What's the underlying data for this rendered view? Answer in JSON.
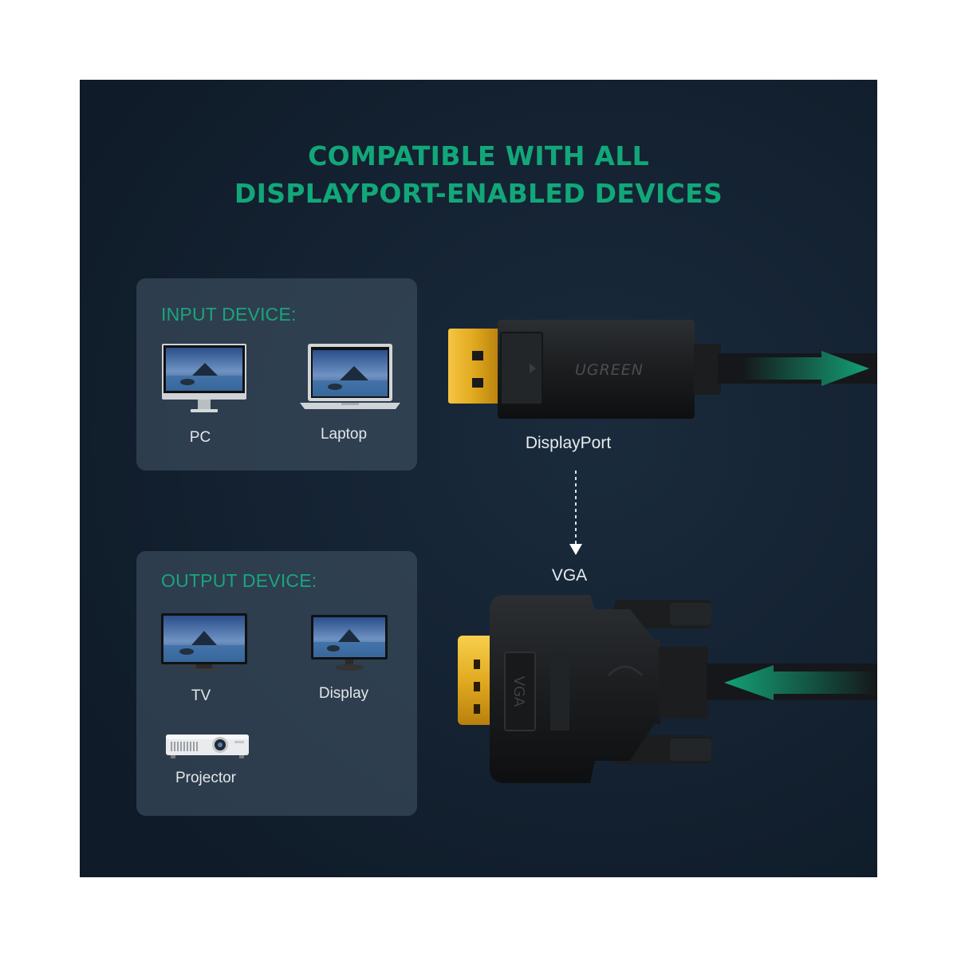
{
  "headline": {
    "line1": "COMPATIBLE WITH ALL",
    "line2": "DISPLAYPORT-ENABLED DEVICES"
  },
  "input_box": {
    "title": "INPUT DEVICE:",
    "devices": [
      {
        "label": "PC",
        "icon": "desktop-monitor-icon"
      },
      {
        "label": "Laptop",
        "icon": "laptop-icon"
      }
    ]
  },
  "output_box": {
    "title": "OUTPUT DEVICE:",
    "devices": [
      {
        "label": "TV",
        "icon": "tv-icon"
      },
      {
        "label": "Display",
        "icon": "display-monitor-icon"
      },
      {
        "label": "Projector",
        "icon": "projector-icon"
      }
    ]
  },
  "connectors": {
    "displayport_label": "DisplayPort",
    "vga_label": "VGA",
    "brand_text": "UGREEN",
    "vga_mark": "VGA"
  },
  "colors": {
    "accent_green": "#12a779",
    "panel_bg": "#142232",
    "box_bg": "#3f5062",
    "gold": "#e0a81e"
  }
}
